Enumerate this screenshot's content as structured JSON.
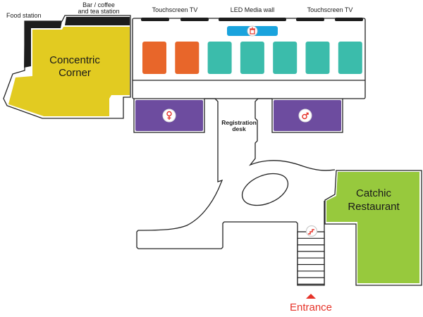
{
  "map": {
    "title": "Venue floor plan",
    "labels": {
      "food_station": "Food station",
      "bar_line1": "Bar / coffee",
      "bar_line2": "and tea station",
      "tv_left": "Touchscreen TV",
      "led_wall": "LED Media wall",
      "tv_right": "Touchscreen TV",
      "registration_line1": "Registration",
      "registration_line2": "desk",
      "concentric_line1": "Concentric",
      "concentric_line2": "Corner",
      "catchic_line1": "Catchic",
      "catchic_line2": "Restaurant",
      "entrance": "Entrance"
    },
    "areas": [
      {
        "id": "concentric-corner",
        "name": "Concentric Corner",
        "color": "#e2cb21"
      },
      {
        "id": "catchic-restaurant",
        "name": "Catchic Restaurant",
        "color": "#97c93d"
      },
      {
        "id": "womens-restroom",
        "name": "Women's restroom",
        "color": "#6d4c9f",
        "icon": "female-icon"
      },
      {
        "id": "mens-restroom",
        "name": "Men's restroom",
        "color": "#6d4c9f",
        "icon": "male-icon"
      },
      {
        "id": "stage",
        "name": "Podium",
        "color": "#19a3dd",
        "icon": "podium-icon"
      }
    ],
    "booths": [
      {
        "color": "#e8662a"
      },
      {
        "color": "#e8662a"
      },
      {
        "color": "#3bbcab"
      },
      {
        "color": "#3bbcab"
      },
      {
        "color": "#3bbcab"
      },
      {
        "color": "#3bbcab"
      },
      {
        "color": "#3bbcab"
      }
    ],
    "colors": {
      "accent_red": "#e63329",
      "wall": "#222222",
      "counter": "#1d1d1d"
    },
    "icons": {
      "podium": "podium-icon",
      "female": "female-icon",
      "male": "male-icon",
      "stairs": "stairs-icon",
      "entrance_arrow": "entrance-arrow-icon"
    }
  }
}
